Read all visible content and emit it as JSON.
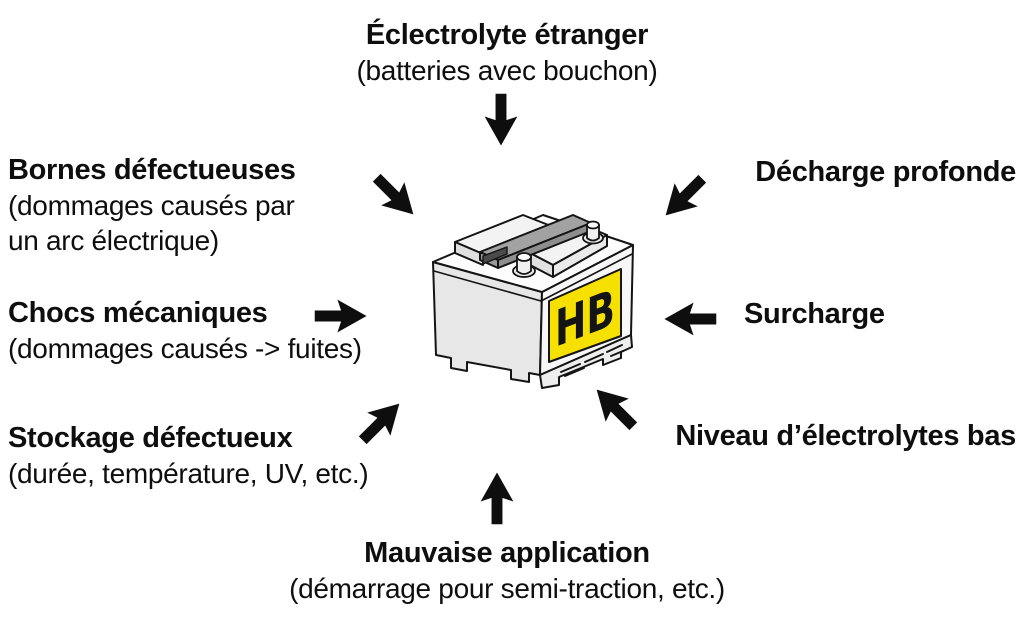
{
  "diagram": {
    "background_color": "#ffffff",
    "text_color": "#0e0e0e",
    "arrow_color": "#0e0e0e",
    "battery": {
      "label": "HB",
      "label_background": "#f6e000",
      "body_color": "#efefef",
      "outline_color": "#141414"
    },
    "causes": {
      "top": {
        "title": "Éclectrolyte étranger",
        "subtitle": "(batteries avec bouchon)",
        "arrow": "down"
      },
      "top_left": {
        "title": "Bornes défectueuses",
        "subtitle_line1": "(dommages causés par",
        "subtitle_line2": "un arc électrique)",
        "arrow": "down-right"
      },
      "top_right": {
        "title": "Décharge profonde",
        "arrow": "down-left"
      },
      "mid_left": {
        "title": "Chocs mécaniques",
        "subtitle": "(dommages causés -> fuites)",
        "arrow": "right"
      },
      "mid_right": {
        "title": "Surcharge",
        "arrow": "left"
      },
      "bottom_left": {
        "title": "Stockage défectueux",
        "subtitle": "(durée, température, UV, etc.)",
        "arrow": "up-right"
      },
      "bottom_right": {
        "title": "Niveau d’électrolytes bas",
        "arrow": "up-left"
      },
      "bottom": {
        "title": "Mauvaise application",
        "subtitle": "(démarrage pour semi-traction, etc.)",
        "arrow": "up"
      }
    }
  }
}
